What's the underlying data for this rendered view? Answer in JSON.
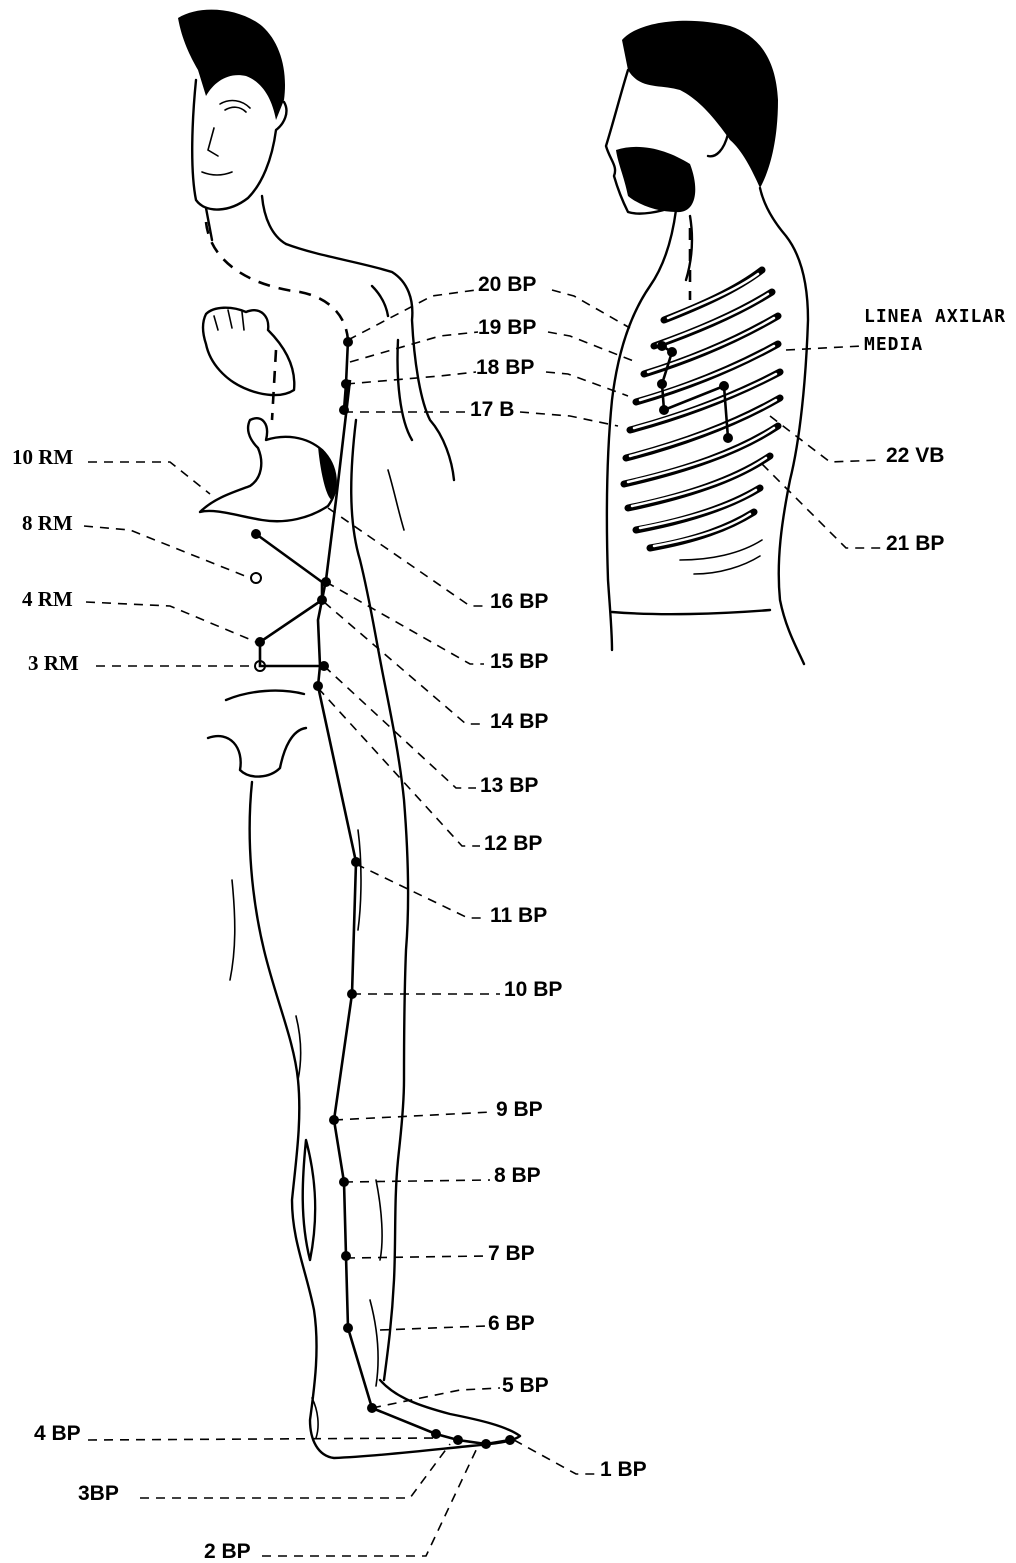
{
  "labels": {
    "p20BP": "20 BP",
    "p19BP": "19 BP",
    "p18BP": "18 BP",
    "p17B": "17 B",
    "p16BP": "16 BP",
    "p15BP": "15 BP",
    "p14BP": "14 BP",
    "p13BP": "13 BP",
    "p12BP": "12 BP",
    "p11BP": "11 BP",
    "p10BP": "10 BP",
    "p9BP": "9 BP",
    "p8BP": "8 BP",
    "p7BP": "7 BP",
    "p6BP": "6 BP",
    "p5BP": "5 BP",
    "p4BP": "4 BP",
    "p3BP": "3BP",
    "p2BP": "2 BP",
    "p1BP": "1 BP",
    "p22VB": "22 VB",
    "p21BP": "21 BP",
    "p10RM": "10 RM",
    "p8RM": "8 RM",
    "p4RM": "4 RM",
    "p3RM": "3 RM",
    "axilarLine1": "LINEA AXILAR",
    "axilarLine2": "MEDIA"
  }
}
